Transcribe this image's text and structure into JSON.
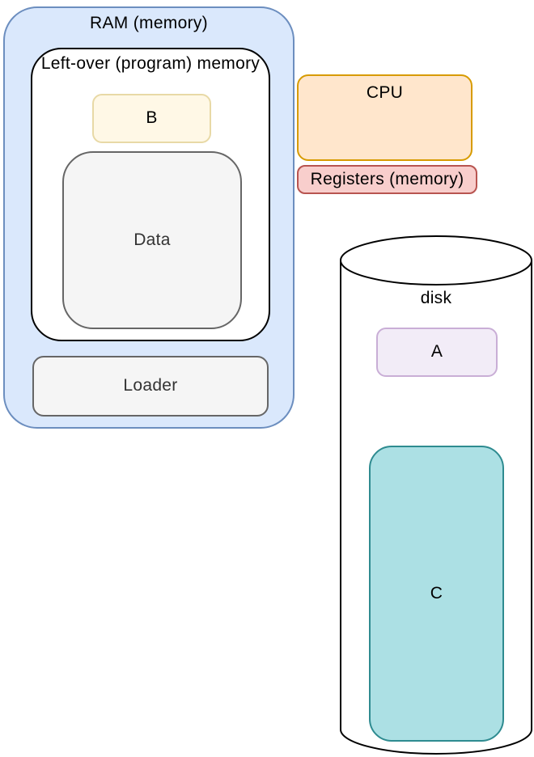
{
  "nodes": {
    "ram": {
      "label": "RAM (memory)",
      "fill": "#DAE8FC",
      "stroke": "#6C8EBF"
    },
    "leftover": {
      "label": "Left-over (program) memory",
      "fill": "#FFFFFF",
      "stroke": "#000000"
    },
    "b": {
      "label": "B",
      "fill": "#FFF8E6",
      "stroke": "#E8D9A6"
    },
    "data": {
      "label": "Data",
      "fill": "#F5F5F5",
      "stroke": "#666666"
    },
    "loader": {
      "label": "Loader",
      "fill": "#F5F5F5",
      "stroke": "#666666"
    },
    "cpu": {
      "label": "CPU",
      "fill": "#FFE6CC",
      "stroke": "#D79B00"
    },
    "registers": {
      "label": "Registers (memory)",
      "fill": "#F8CECC",
      "stroke": "#B85450"
    },
    "disk": {
      "label": "disk",
      "fill": "#FFFFFF",
      "stroke": "#000000"
    },
    "a": {
      "label": "A",
      "fill": "#F2ECF7",
      "stroke": "#C9AED6"
    },
    "c": {
      "label": "C",
      "fill": "#ACE0E4",
      "stroke": "#2E8B90"
    }
  }
}
